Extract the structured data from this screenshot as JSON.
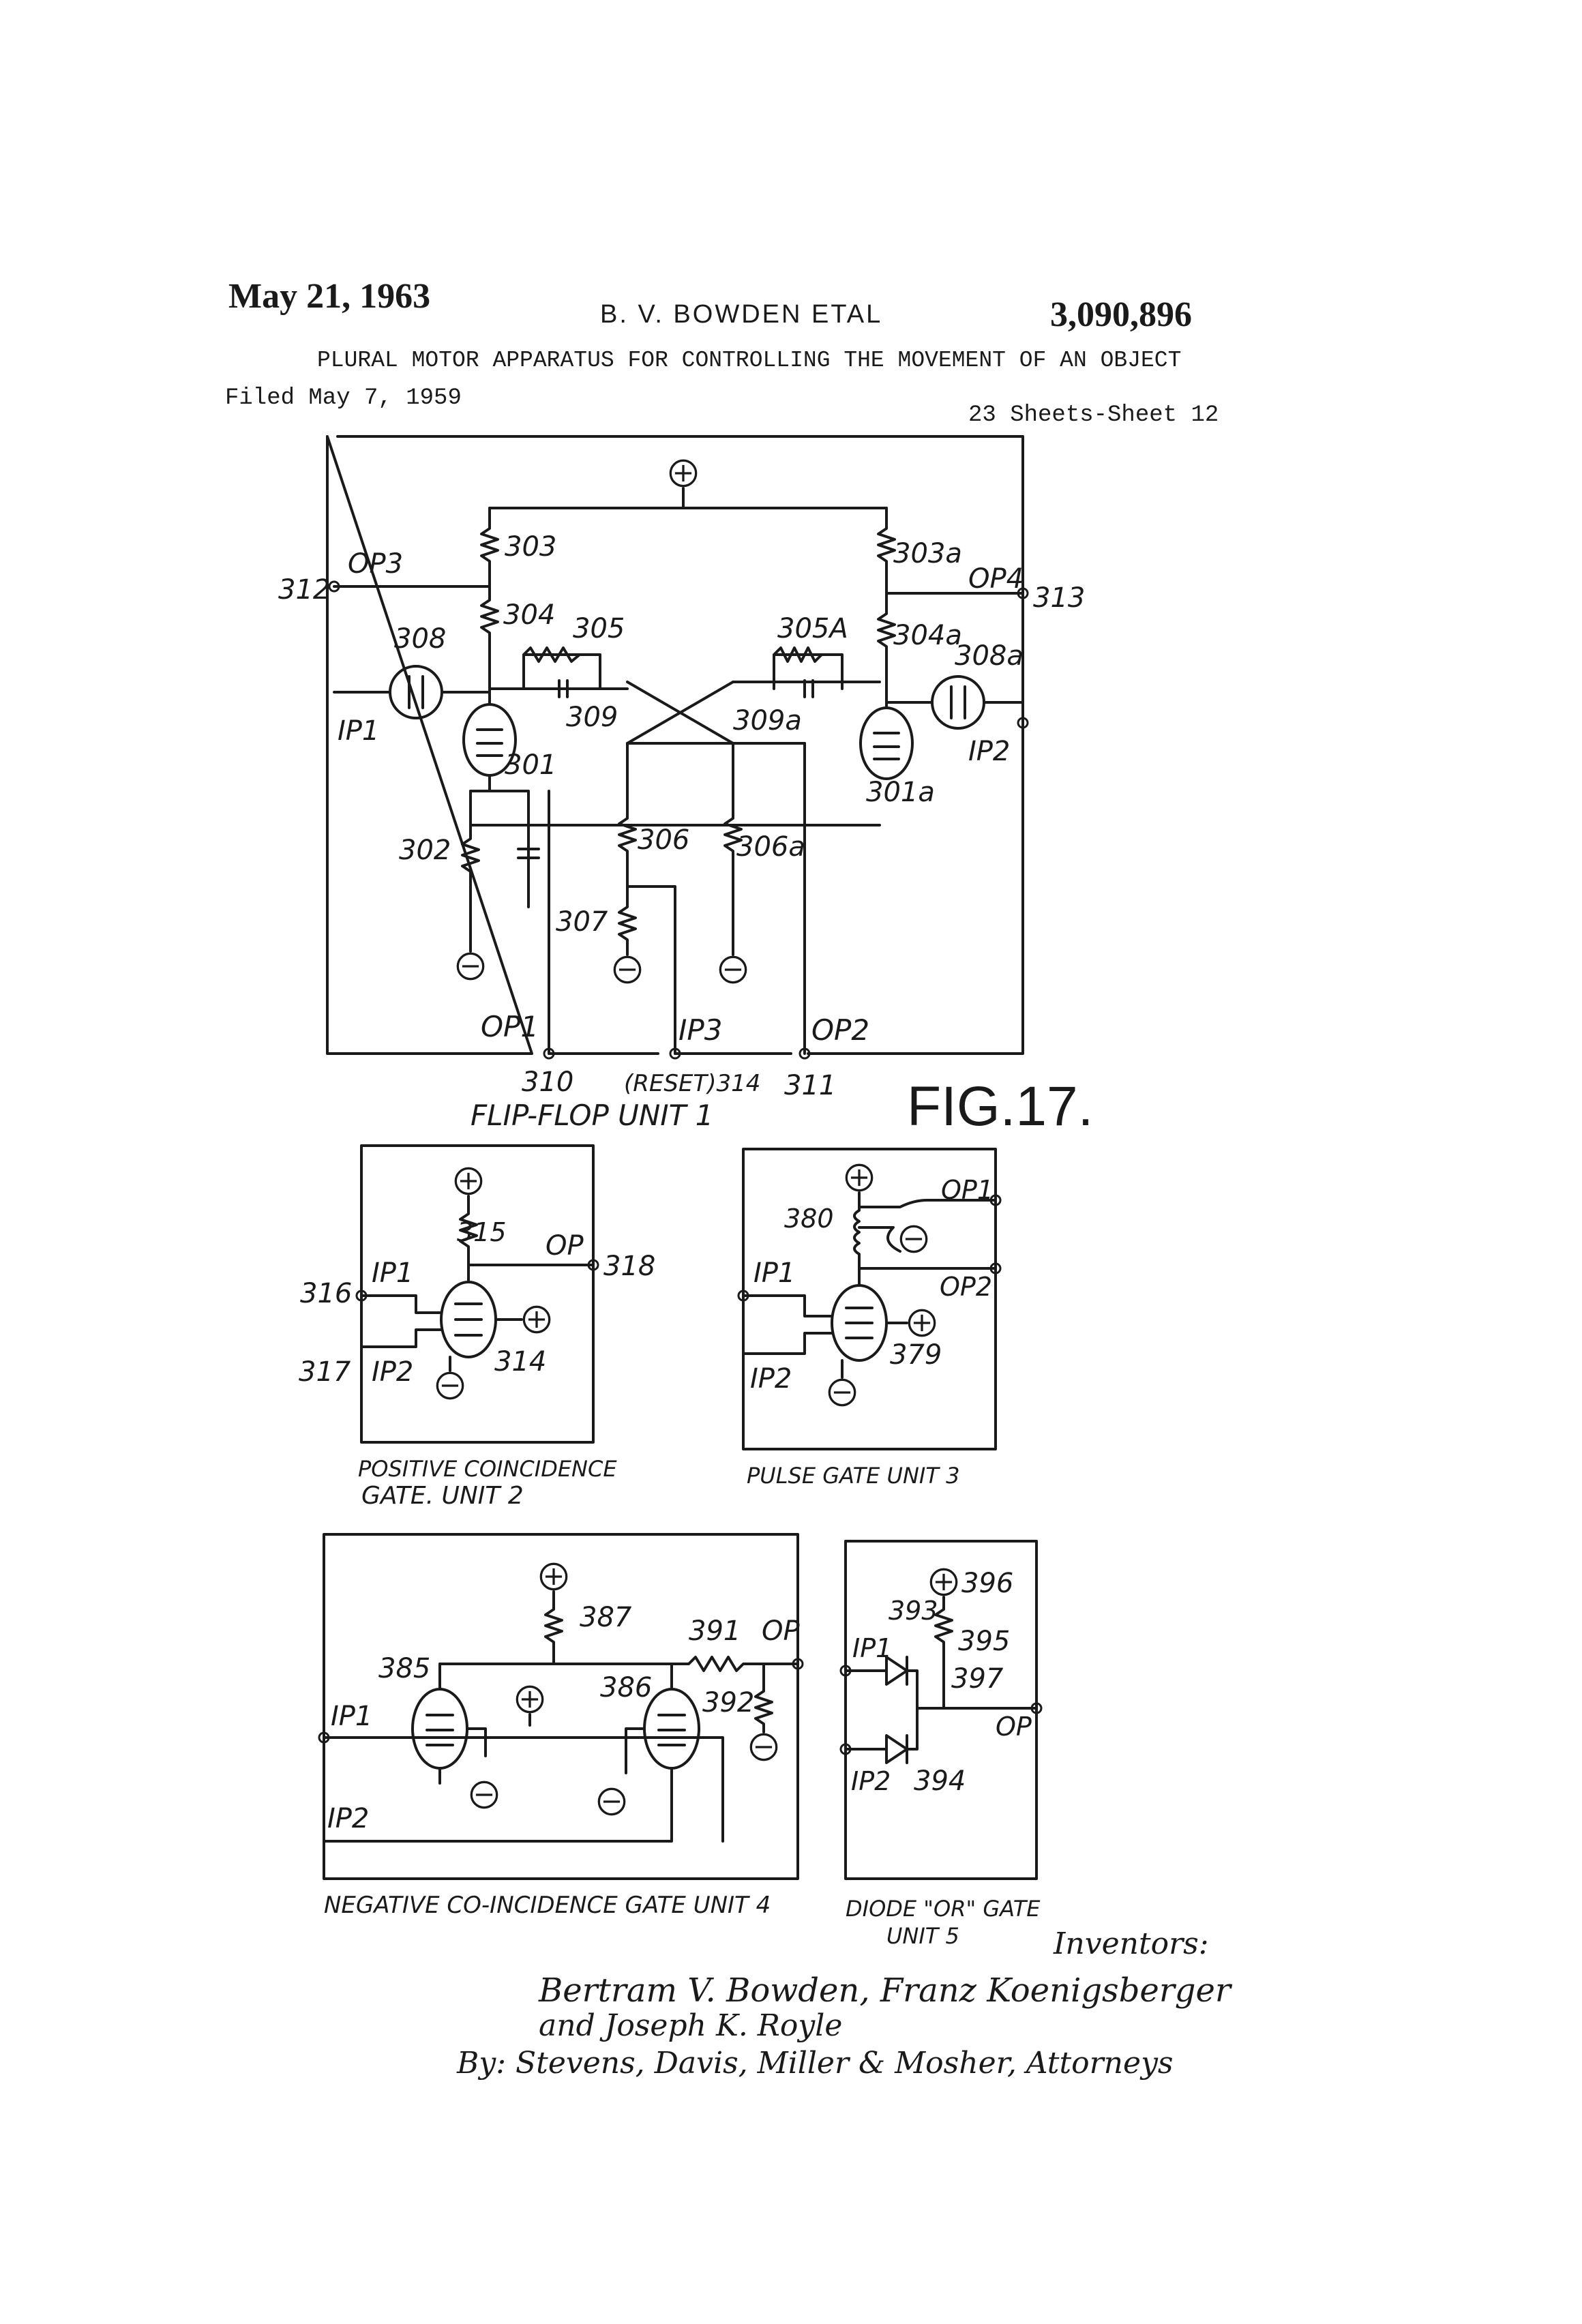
{
  "header": {
    "date": "May 21, 1963",
    "inventors_short": "B. V. BOWDEN ETAL",
    "patent_number": "3,090,896",
    "title": "PLURAL MOTOR APPARATUS FOR CONTROLLING THE MOVEMENT OF AN OBJECT",
    "filed": "Filed May 7, 1959",
    "sheets": "23 Sheets-Sheet 12"
  },
  "figure": {
    "label": "FIG.17."
  },
  "units": {
    "flipflop": {
      "caption": "FLIP-FLOP UNIT 1",
      "labels": [
        "OP3",
        "OP4",
        "IP1",
        "IP2",
        "OP1",
        "IP3",
        "OP2",
        "312",
        "313",
        "303",
        "303a",
        "304",
        "304a",
        "305",
        "305A",
        "308",
        "308a",
        "309",
        "309a",
        "301",
        "301a",
        "302",
        "306",
        "306a",
        "307",
        "310",
        "(RESET)314",
        "311"
      ]
    },
    "poscoinc": {
      "caption_line1": "POSITIVE COINCIDENCE",
      "caption_line2": "GATE. UNIT 2",
      "labels": [
        "315",
        "OP",
        "318",
        "IP1",
        "316",
        "IP2",
        "317",
        "314"
      ]
    },
    "pulsegate": {
      "caption": "PULSE GATE UNIT 3",
      "labels": [
        "380",
        "OP1",
        "OP2",
        "IP1",
        "IP2",
        "379"
      ]
    },
    "negcoinc": {
      "caption": "NEGATIVE CO-INCIDENCE GATE UNIT 4",
      "labels": [
        "387",
        "391",
        "OP",
        "385",
        "386",
        "392",
        "IP1",
        "IP2"
      ]
    },
    "diodeor": {
      "caption_line1": "DIODE \"OR\" GATE",
      "caption_line2": "UNIT 5",
      "labels": [
        "396",
        "393",
        "395",
        "IP1",
        "397",
        "OP",
        "IP2",
        "394"
      ]
    }
  },
  "signature": {
    "heading": "Inventors:",
    "line1": "Bertram V. Bowden, Franz Koenigsberger",
    "line2": "and Joseph K. Royle",
    "line3": "By: Stevens, Davis, Miller & Mosher, Attorneys"
  }
}
